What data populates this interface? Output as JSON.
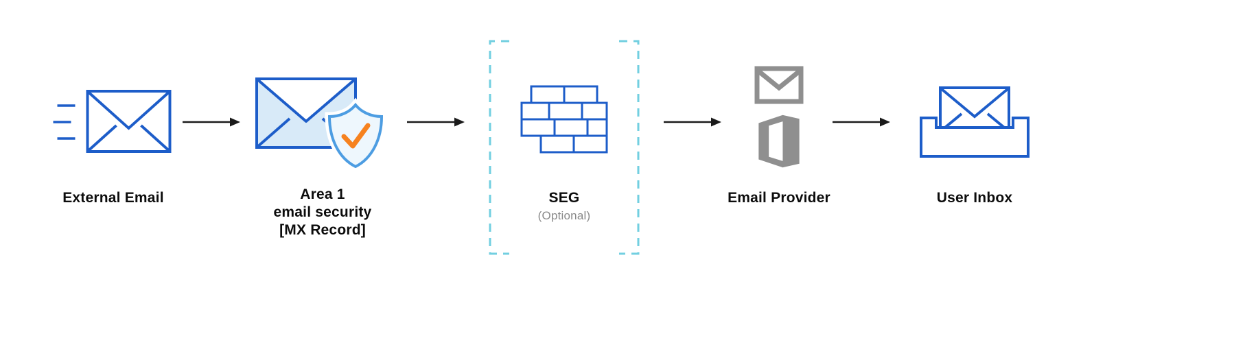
{
  "colors": {
    "blue": "#1d5dc9",
    "light-blue": "#d8eaf8",
    "shield-blue": "#4d9de2",
    "shield-fill": "#eef7fd",
    "orange": "#f6821f",
    "cyan": "#72cfe0",
    "gray": "#8f8f8f",
    "arrow": "#1a1a1a",
    "muted": "#8a8a8a"
  },
  "nodes": {
    "external_email": {
      "label": "External Email"
    },
    "area1": {
      "line1": "Area 1",
      "line2": "email security",
      "line3": "[MX Record]"
    },
    "seg": {
      "label": "SEG",
      "sublabel": "(Optional)"
    },
    "email_provider": {
      "label": "Email Provider"
    },
    "user_inbox": {
      "label": "User Inbox"
    }
  }
}
